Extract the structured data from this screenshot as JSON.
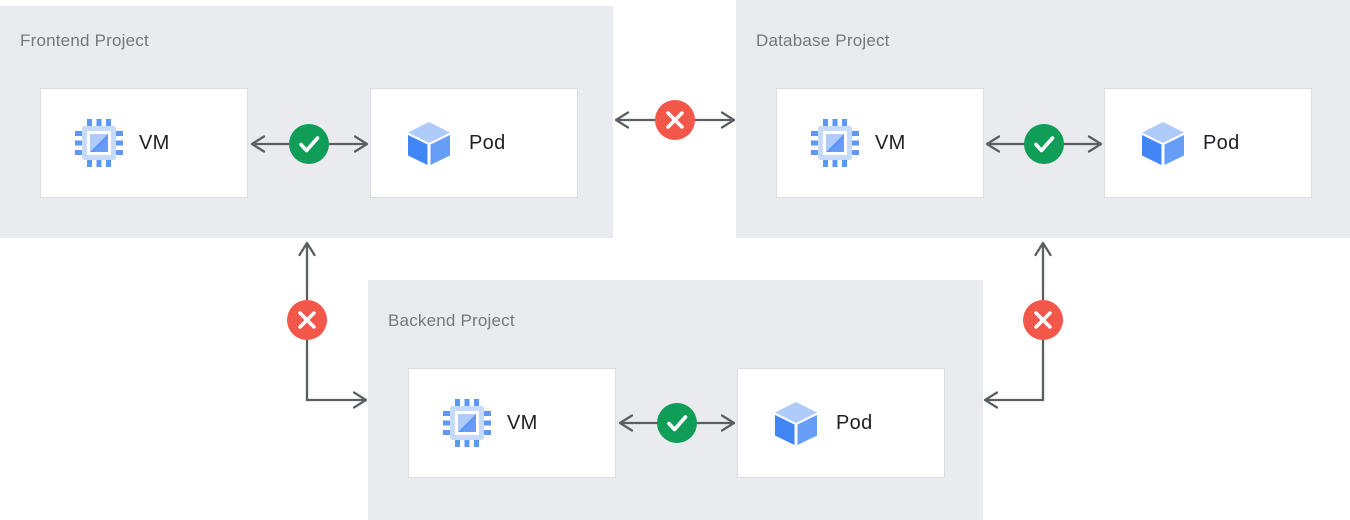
{
  "diagram": {
    "panels": [
      {
        "id": "frontend",
        "title": "Frontend Project",
        "nodes": [
          {
            "icon": "compute-vm-icon",
            "label": "VM"
          },
          {
            "icon": "pod-cube-icon",
            "label": "Pod"
          }
        ],
        "internal_connection": "allowed"
      },
      {
        "id": "database",
        "title": "Database Project",
        "nodes": [
          {
            "icon": "compute-vm-icon",
            "label": "VM"
          },
          {
            "icon": "pod-cube-icon",
            "label": "Pod"
          }
        ],
        "internal_connection": "allowed"
      },
      {
        "id": "backend",
        "title": "Backend Project",
        "nodes": [
          {
            "icon": "compute-vm-icon",
            "label": "VM"
          },
          {
            "icon": "pod-cube-icon",
            "label": "Pod"
          }
        ],
        "internal_connection": "allowed"
      }
    ],
    "cross_project_links": [
      {
        "from": "Frontend Project",
        "to": "Database Project",
        "status": "blocked"
      },
      {
        "from": "Frontend Project",
        "to": "Backend Project",
        "status": "blocked"
      },
      {
        "from": "Database Project",
        "to": "Backend Project",
        "status": "blocked"
      }
    ],
    "colors": {
      "panel_background": "#e9ebee",
      "node_background": "#ffffff",
      "node_border": "#dadce0",
      "title_text": "#75787c",
      "node_text": "#202124",
      "arrow": "#5c5f62",
      "allowed_green": "#0f9d58",
      "blocked_red": "#f2574a",
      "icon_blue": "#4285f4",
      "icon_mid_blue": "#669df6",
      "icon_light_blue": "#aecbfa",
      "icon_pale_blue": "#c6dafc"
    }
  }
}
